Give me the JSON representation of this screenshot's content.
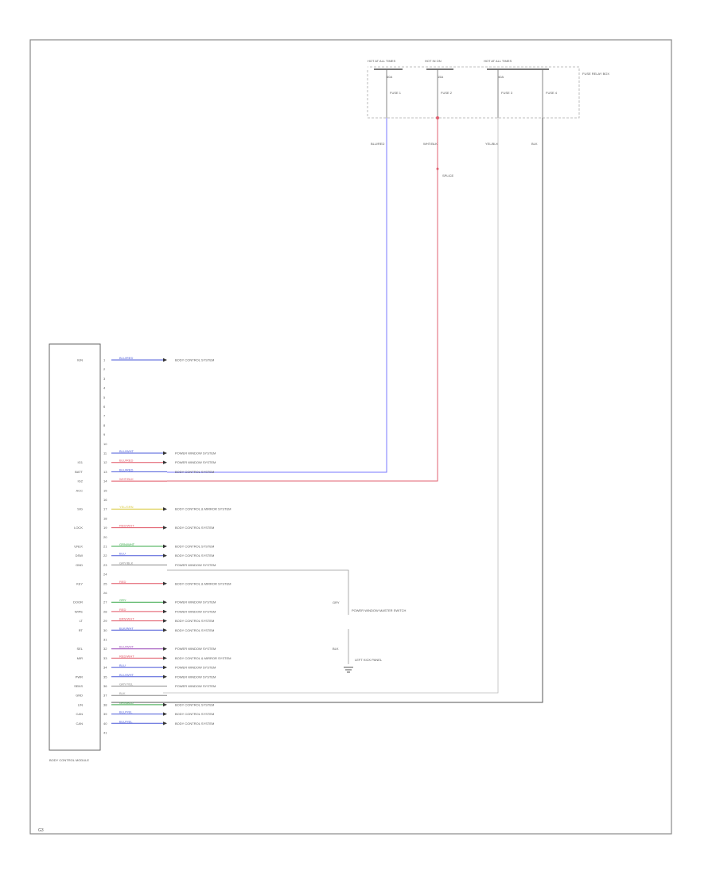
{
  "colors": {
    "frame": "#888888",
    "wire_default": "#999999",
    "wire_blue": "#7777ff",
    "wire_red": "#e06070",
    "wire_gray": "#999999",
    "wire_dark": "#555555",
    "label_blue": "#4a58d8",
    "label_red": "#e05464",
    "label_yellow": "#d8c83a",
    "label_green": "#3aa84a",
    "label_purple": "#9a48b8",
    "label_gray": "#8a8a8a",
    "arrow": "#333333"
  },
  "fuse_block": {
    "supply_labels": [
      "HOT AT ALL TIMES",
      "HOT IN ON",
      "HOT AT ALL TIMES"
    ],
    "fuse_labels": [
      "FUSE 1",
      "FUSE 2",
      "FUSE 3",
      "FUSE 4"
    ],
    "name": "FUSE RELAY BOX"
  },
  "top_wire_labels": [
    "BLU/RED",
    "WHT/BLK",
    "YEL/BLK",
    "BLK"
  ],
  "splice_label": "SPLICE",
  "module_name": "BODY CONTROL MODULE",
  "pins": [
    {
      "pin": "1",
      "wire": "BLU/RED",
      "color": "label_blue",
      "dest": "BODY CONTROL SYSTEM",
      "side": "IGN",
      "arrow": true
    },
    {
      "pin": "2",
      "wire": "",
      "color": "",
      "dest": "",
      "side": "",
      "arrow": false
    },
    {
      "pin": "3",
      "wire": "",
      "color": "",
      "dest": "",
      "side": "",
      "arrow": false
    },
    {
      "pin": "4",
      "wire": "",
      "color": "",
      "dest": "",
      "side": "",
      "arrow": false
    },
    {
      "pin": "5",
      "wire": "",
      "color": "",
      "dest": "",
      "side": "",
      "arrow": false
    },
    {
      "pin": "6",
      "wire": "",
      "color": "",
      "dest": "",
      "side": "",
      "arrow": false
    },
    {
      "pin": "7",
      "wire": "",
      "color": "",
      "dest": "",
      "side": "",
      "arrow": false
    },
    {
      "pin": "8",
      "wire": "",
      "color": "",
      "dest": "",
      "side": "",
      "arrow": false
    },
    {
      "pin": "9",
      "wire": "",
      "color": "",
      "dest": "",
      "side": "",
      "arrow": false
    },
    {
      "pin": "10",
      "wire": "",
      "color": "",
      "dest": "",
      "side": "",
      "arrow": false
    },
    {
      "pin": "11",
      "wire": "BLU/WHT",
      "color": "label_blue",
      "dest": "POWER WINDOW SYSTEM",
      "side": "",
      "arrow": true
    },
    {
      "pin": "12",
      "wire": "BLU/RED",
      "color": "label_red",
      "dest": "POWER WINDOW SYSTEM",
      "side": "IG1",
      "arrow": true
    },
    {
      "pin": "13",
      "wire": "BLU/RED",
      "color": "label_blue",
      "dest": "BODY CONTROL SYSTEM",
      "side": "BATT",
      "arrow": false
    },
    {
      "pin": "14",
      "wire": "WHT/BLK",
      "color": "label_red",
      "dest": "",
      "side": "IG2",
      "arrow": false
    },
    {
      "pin": "15",
      "wire": "",
      "color": "",
      "dest": "",
      "side": "ACC",
      "arrow": false
    },
    {
      "pin": "16",
      "wire": "",
      "color": "",
      "dest": "",
      "side": "",
      "arrow": false
    },
    {
      "pin": "17",
      "wire": "YEL/GRN",
      "color": "label_yellow",
      "dest": "BODY CONTROL & MIRROR SYSTEM",
      "side": "SIG",
      "arrow": true
    },
    {
      "pin": "18",
      "wire": "",
      "color": "",
      "dest": "",
      "side": "",
      "arrow": false
    },
    {
      "pin": "19",
      "wire": "RED/WHT",
      "color": "label_red",
      "dest": "BODY CONTROL SYSTEM",
      "side": "LOCK",
      "arrow": true
    },
    {
      "pin": "20",
      "wire": "",
      "color": "",
      "dest": "",
      "side": "",
      "arrow": false
    },
    {
      "pin": "21",
      "wire": "GRN/WHT",
      "color": "label_green",
      "dest": "BODY CONTROL SYSTEM",
      "side": "UNLK",
      "arrow": true
    },
    {
      "pin": "22",
      "wire": "BLU",
      "color": "label_blue",
      "dest": "BODY CONTROL SYSTEM",
      "side": "DSW",
      "arrow": true
    },
    {
      "pin": "23",
      "wire": "GRY/BLK",
      "color": "label_gray",
      "dest": "POWER WINDOW SYSTEM",
      "side": "GND",
      "arrow": false
    },
    {
      "pin": "24",
      "wire": "",
      "color": "",
      "dest": "",
      "side": "",
      "arrow": false
    },
    {
      "pin": "25",
      "wire": "RED",
      "color": "label_red",
      "dest": "BODY CONTROL & MIRROR SYSTEM",
      "side": "KEY",
      "arrow": true
    },
    {
      "pin": "26",
      "wire": "",
      "color": "",
      "dest": "",
      "side": "",
      "arrow": false
    },
    {
      "pin": "27",
      "wire": "GRY",
      "color": "label_green",
      "dest": "POWER WINDOW SYSTEM",
      "side": "DOOR",
      "arrow": true
    },
    {
      "pin": "28",
      "wire": "RED",
      "color": "label_red",
      "dest": "POWER WINDOW SYSTEM",
      "side": "WIPE",
      "arrow": true
    },
    {
      "pin": "29",
      "wire": "BRN/WHT",
      "color": "label_red",
      "dest": "BODY CONTROL SYSTEM",
      "side": "LT",
      "arrow": true
    },
    {
      "pin": "30",
      "wire": "BLK/WHT",
      "color": "label_blue",
      "dest": "BODY CONTROL SYSTEM",
      "side": "RT",
      "arrow": true
    },
    {
      "pin": "31",
      "wire": "",
      "color": "",
      "dest": "",
      "side": "",
      "arrow": false
    },
    {
      "pin": "32",
      "wire": "BLU/WHT",
      "color": "label_purple",
      "dest": "POWER WINDOW SYSTEM",
      "side": "SEL",
      "arrow": true
    },
    {
      "pin": "33",
      "wire": "RED/WHT",
      "color": "label_red",
      "dest": "BODY CONTROL & MIRROR SYSTEM",
      "side": "MIR",
      "arrow": true
    },
    {
      "pin": "34",
      "wire": "BLU",
      "color": "label_blue",
      "dest": "POWER WINDOW SYSTEM",
      "side": "",
      "arrow": true
    },
    {
      "pin": "35",
      "wire": "BLU/WHT",
      "color": "label_blue",
      "dest": "POWER WINDOW SYSTEM",
      "side": "PWR",
      "arrow": true
    },
    {
      "pin": "36",
      "wire": "GRY/YEL",
      "color": "label_gray",
      "dest": "POWER WINDOW SYSTEM",
      "side": "SENS",
      "arrow": false
    },
    {
      "pin": "37",
      "wire": "BLK",
      "color": "label_gray",
      "dest": "",
      "side": "GND",
      "arrow": false
    },
    {
      "pin": "38",
      "wire": "GRN/BLU",
      "color": "label_green",
      "dest": "BODY CONTROL SYSTEM",
      "side": "LIN",
      "arrow": true
    },
    {
      "pin": "39",
      "wire": "BLU/YEL",
      "color": "label_blue",
      "dest": "BODY CONTROL SYSTEM",
      "side": "CAN",
      "arrow": true
    },
    {
      "pin": "40",
      "wire": "BLU/YEL",
      "color": "label_blue",
      "dest": "BODY CONTROL SYSTEM",
      "side": "CAN",
      "arrow": true
    },
    {
      "pin": "41",
      "wire": "",
      "color": "",
      "dest": "",
      "side": "",
      "arrow": false
    }
  ],
  "switch_block": {
    "top_label": "POWER WINDOW MASTER SWITCH",
    "mid_label": "GRY",
    "ground_label": "LEFT KICK PANEL",
    "side_label": "BLK"
  },
  "footer_code": "G3"
}
